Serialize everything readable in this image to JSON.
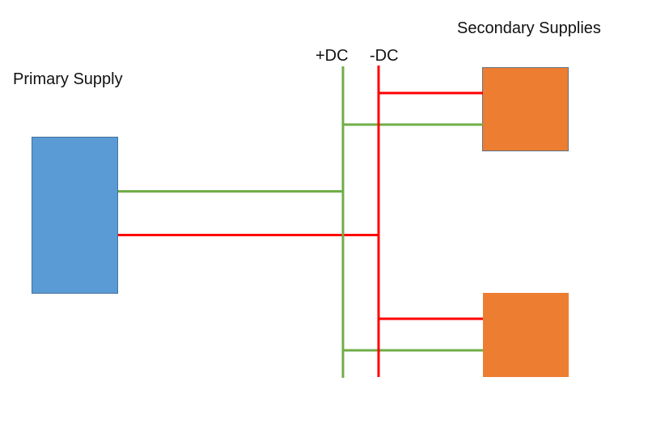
{
  "labels": {
    "primary": "Primary Supply",
    "secondary": "Secondary Supplies",
    "plus_dc": "+DC",
    "minus_dc": "-DC"
  },
  "colors": {
    "primary_fill": "#5B9BD5",
    "primary_stroke": "#41719C",
    "secondary_fill": "#ED7D31",
    "secondary_stroke": "#5E7485",
    "plus_dc": "#70AD47",
    "minus_dc": "#FF0000"
  },
  "nodes": [
    {
      "id": "primary-supply",
      "type": "primary"
    },
    {
      "id": "secondary-supply-1",
      "type": "secondary"
    },
    {
      "id": "secondary-supply-2",
      "type": "secondary"
    }
  ],
  "buses": [
    {
      "id": "plus-dc-bus",
      "polarity": "+DC"
    },
    {
      "id": "minus-dc-bus",
      "polarity": "-DC"
    }
  ],
  "connections": [
    {
      "from": "primary-supply",
      "to": "plus-dc-bus",
      "polarity": "+DC"
    },
    {
      "from": "primary-supply",
      "to": "minus-dc-bus",
      "polarity": "-DC"
    },
    {
      "from": "minus-dc-bus",
      "to": "secondary-supply-1",
      "polarity": "-DC"
    },
    {
      "from": "plus-dc-bus",
      "to": "secondary-supply-1",
      "polarity": "+DC"
    },
    {
      "from": "minus-dc-bus",
      "to": "secondary-supply-2",
      "polarity": "-DC"
    },
    {
      "from": "plus-dc-bus",
      "to": "secondary-supply-2",
      "polarity": "+DC"
    }
  ]
}
